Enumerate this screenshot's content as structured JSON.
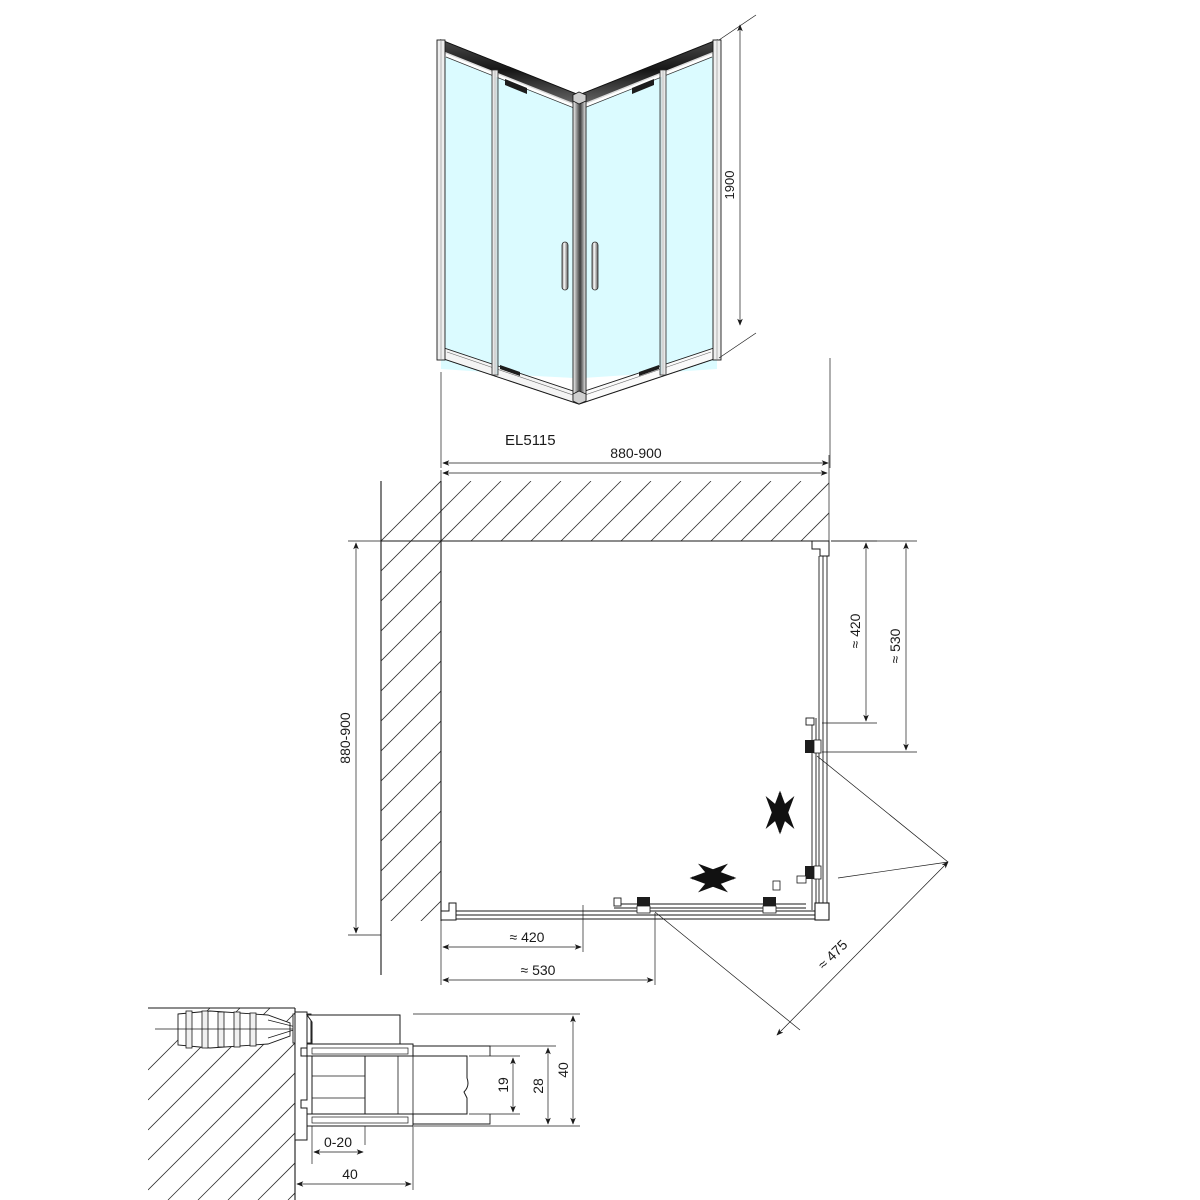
{
  "drawing": {
    "title": "Shower enclosure corner entry technical drawing",
    "model_code": "EL5115",
    "views": {
      "isometric": {
        "name": "isometric-view",
        "label": "EL5115"
      },
      "plan": {
        "name": "plan-view"
      },
      "detail": {
        "name": "profile-detail-section"
      }
    }
  },
  "dimensions": {
    "iso_height": "1900",
    "iso_width": "880-900",
    "plan_width": "880-900",
    "plan_depth": "880-900",
    "door_opening_h_inner": "≈ 420",
    "door_opening_h_outer": "≈ 530",
    "door_opening_v_inner": "≈ 420",
    "door_opening_v_outer": "≈ 530",
    "diagonal_entry": "≈ 475",
    "detail_adjust": "0-20",
    "detail_profile_width": "40",
    "detail_glass_offset": "19",
    "detail_mid": "28",
    "detail_height": "40"
  },
  "colors": {
    "glass": "#dbfbff",
    "glass_edge": "#b9e9f2",
    "line": "#1a1a1a",
    "thin_line": "#3a3a3a",
    "frame_fill": "#ffffff",
    "frame_dark": "#2b2b2b",
    "metal_light": "#efefef",
    "metal_mid": "#b9b9b9",
    "background": "#ffffff"
  },
  "annotations": {
    "arrow_vertical": "vertical-slide-arrow",
    "arrow_horizontal": "horizontal-slide-arrow"
  }
}
